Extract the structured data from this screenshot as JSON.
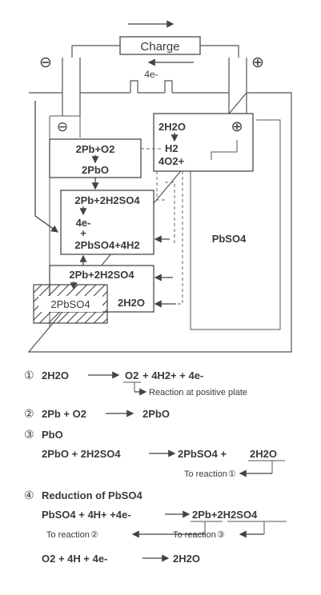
{
  "diagram": {
    "charge_label": "Charge",
    "electron_label": "4e-",
    "neg_sign": "⊖",
    "pos_sign": "⊕",
    "box_pos": {
      "l1": "2H2O",
      "l2": "H2",
      "l3": "4O2+"
    },
    "box_2pb": {
      "l1": "2Pb+O2",
      "l2": "2PbO"
    },
    "box_main": {
      "l1": "2Pb+2H2SO4",
      "l2": "4e-",
      "l3": "+",
      "l4": "2PbSO4+4H2"
    },
    "box_bottom": {
      "l1": "2Pb+2H2SO4",
      "l2": "2H2O"
    },
    "hatched_label": "2PbSO4",
    "pbso4_label": "PbSO4"
  },
  "reactions": {
    "r1": {
      "num": "①",
      "lhs": "2H2O",
      "o2": "O2",
      "rest": "+ 4H2+ + 4e-",
      "note": "Reaction at positive plate"
    },
    "r2": {
      "num": "②",
      "lhs": "2Pb + O2",
      "rhs": "2PbO"
    },
    "r3": {
      "num": "③",
      "title": "PbO",
      "lhs": "2PbO + 2H2SO4",
      "rhs1": "2PbSO4 +",
      "rhs2": "2H2O",
      "note": "To reaction",
      "note_num": "①"
    },
    "r4": {
      "num": "④",
      "title": "Reduction of PbSO4",
      "lhs": "PbSO4 + 4H+ +4e-",
      "rhs": "2Pb+2H2SO4",
      "note1": "To reaction",
      "note1_num": "②",
      "note2": "To reaction",
      "note2_num": "③"
    },
    "r5": {
      "lhs": "O2 + 4H + 4e-",
      "rhs": "2H2O"
    }
  }
}
